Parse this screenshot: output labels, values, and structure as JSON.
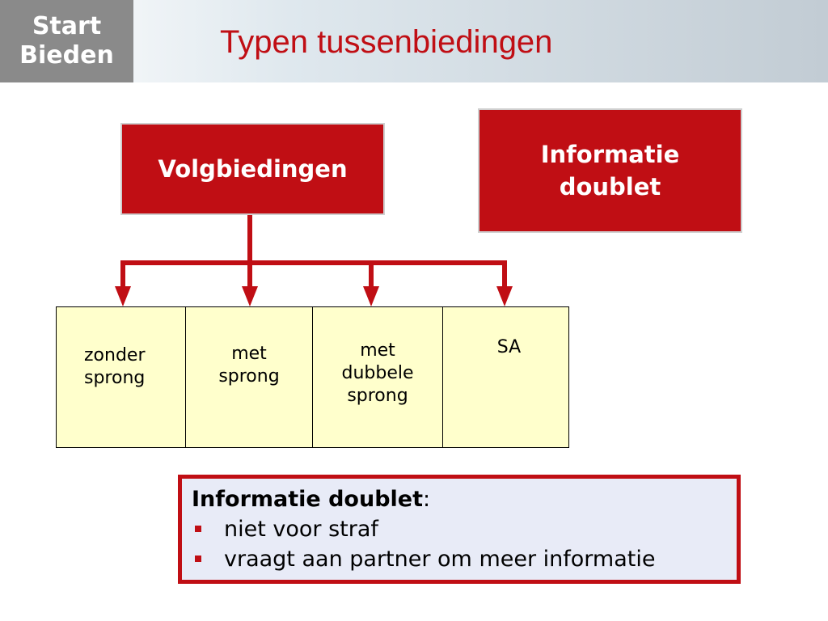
{
  "logo": {
    "line1": "Start",
    "line2": "Bieden"
  },
  "title": "Typen tussenbiedingen",
  "boxes": {
    "volgbiedingen": "Volgbiedingen",
    "informatie_doublet": {
      "line1": "Informatie",
      "line2": "doublet"
    }
  },
  "categories": [
    {
      "line1": "zonder",
      "line2": "sprong"
    },
    {
      "line1": "met",
      "line2": "sprong"
    },
    {
      "line1": "met",
      "line2": "dubbele",
      "line3": "sprong"
    },
    {
      "line1": "SA"
    }
  ],
  "note": {
    "heading": "Informatie doublet",
    "heading_suffix": ":",
    "bullets": [
      "niet voor straf",
      "vraagt aan partner om meer informatie"
    ]
  },
  "colors": {
    "accent": "#c00e14",
    "cell_fill": "#ffffcc",
    "note_fill": "#e8ebf7",
    "logo_bg": "#8a8a8a"
  }
}
